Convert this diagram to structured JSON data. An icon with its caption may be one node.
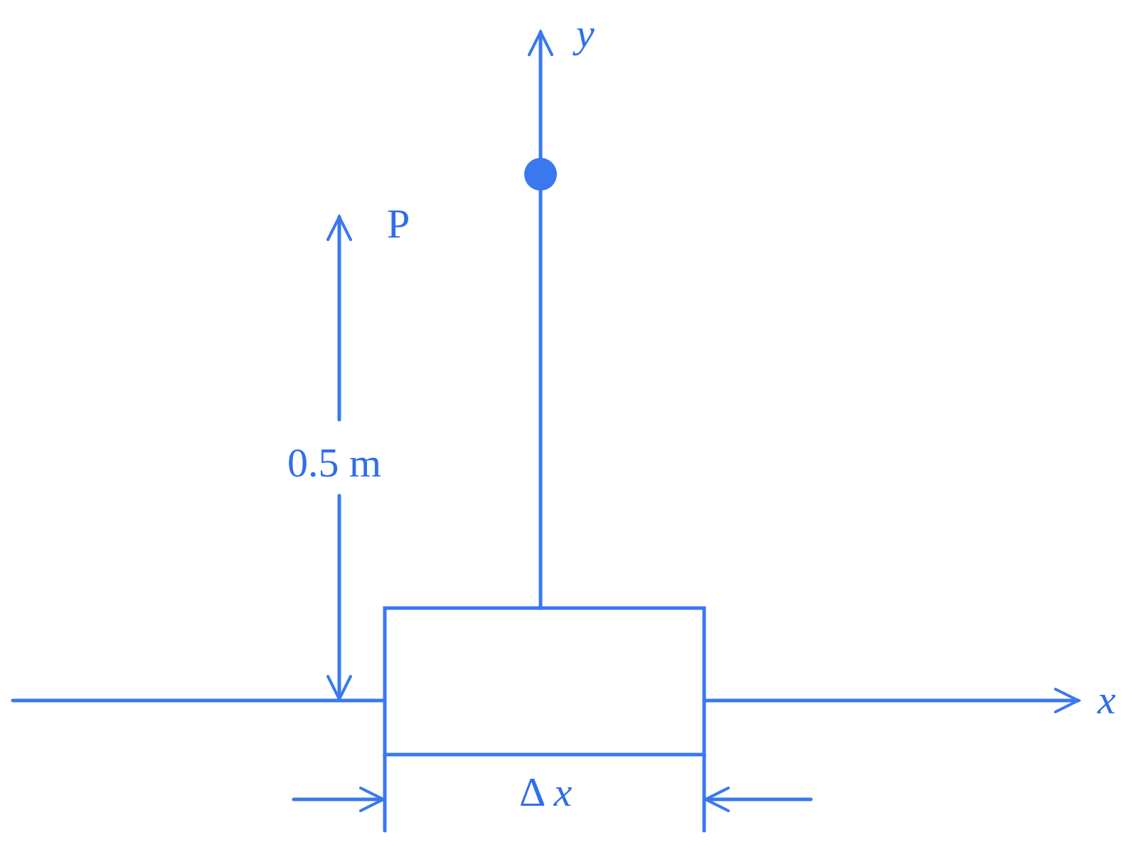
{
  "diagram": {
    "nodes": [
      {
        "text": [],
        "shape": "circle"
      },
      {
        "text": [],
        "shape": "box"
      }
    ],
    "labels": [
      "y",
      "P",
      "0.5 m",
      "x",
      "Δ *x*"
    ]
  }
}
